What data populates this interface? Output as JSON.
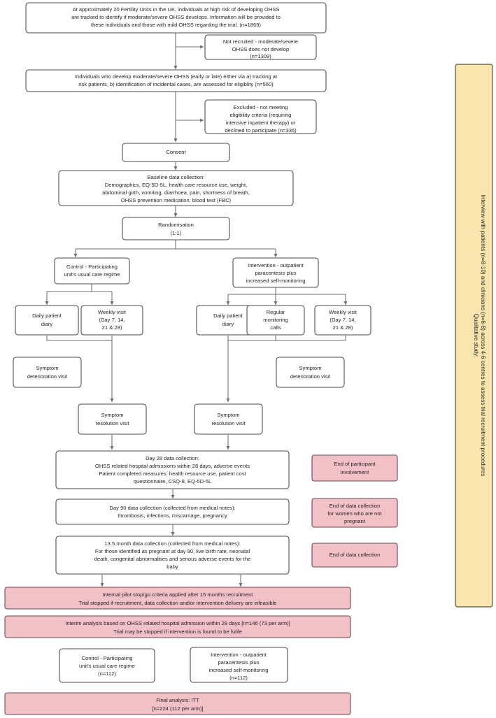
{
  "diagram": {
    "title": "OHSS trial participant flow diagram",
    "colors": {
      "box_fill": "#ffffff",
      "box_stroke": "#4d4d4d",
      "pink_fill": "#f2c0c7",
      "pink_stroke": "#6b4a4f",
      "yellow_fill": "#fae5ae",
      "yellow_stroke": "#595232",
      "connector": "#6e6e6e",
      "text": "#231f20"
    },
    "nodes": {
      "screening": {
        "lines": [
          "At approximately 20 Fertility Units in the UK, individuals at high risk of developing OHSS",
          "are tracked to identify if moderate/severe OHSS develops. Information will be provided to",
          "these individuals and those with mild OHSS regarding the trial. (n=1869)"
        ]
      },
      "not_recruited": {
        "lines": [
          "Not recruited - moderate/severe",
          "OHSS does not develop",
          "(n=1309)"
        ]
      },
      "eligibility": {
        "lines": [
          "Individuals who develop moderate/severe OHSS (early or late) either via a) tracking at",
          "risk patients, b) identification of incidental cases, are assessed for eligiblity (n=560)"
        ]
      },
      "excluded": {
        "lines": [
          "Excluded - not meeting",
          "eligibility criteria (requiring",
          "intensive inpatient therapy) or",
          "declined to participate (n=336)"
        ]
      },
      "consent": {
        "lines": [
          "Consent"
        ]
      },
      "baseline": {
        "lines": [
          "Baseline data collection:",
          "Demographics, EQ-5D-5L, health care resource use, weight,",
          "abdominal girth, vomiting, diarrhoea, pain, shortness of breath,",
          "OHSS prevention medication, blood test (FBC)"
        ]
      },
      "randomisation": {
        "lines": [
          "Randomisation",
          "(1:1)"
        ]
      },
      "control_arm": {
        "lines": [
          "Control - Participating",
          "unit's usual care regime"
        ]
      },
      "intervention_arm": {
        "lines": [
          "Intervention - outpatient",
          "paracentesis plus",
          "increased self-monitoring"
        ]
      },
      "control_diary": {
        "lines": [
          "Daily patient",
          "diary"
        ]
      },
      "control_weekly": {
        "lines": [
          "Weekly visit",
          "(Day 7, 14,",
          "21 & 28)"
        ]
      },
      "intervention_diary": {
        "lines": [
          "Daily patient",
          "diary"
        ]
      },
      "intervention_calls": {
        "lines": [
          "Regular",
          "monitoring",
          "calls"
        ]
      },
      "intervention_weekly": {
        "lines": [
          "Weekly visit",
          "(Day 7, 14,",
          "21 & 28)"
        ]
      },
      "control_deterioration": {
        "lines": [
          "Symptom",
          "deterioration visit"
        ]
      },
      "intervention_deterioration": {
        "lines": [
          "Symptom",
          "deterioration visit"
        ]
      },
      "control_resolution": {
        "lines": [
          "Symptom",
          "resolution visit"
        ]
      },
      "intervention_resolution": {
        "lines": [
          "Symptom",
          "resolution visit"
        ]
      },
      "day28": {
        "lines": [
          "Day 28 data collection:",
          "OHSS related hospital admissions within 28 days, adverse events",
          "Patient completed measures: health resource use, patient cost",
          "questionnaire, CSQ-8, EQ-5D-5L"
        ]
      },
      "end_participant": {
        "lines": [
          "End of participant",
          "involvement"
        ]
      },
      "day90": {
        "lines": [
          "Day 90 data collection (collected from medical notes):",
          "thrombosis, infections, miscarriage, pregnancy"
        ]
      },
      "end_data_not_pregnant": {
        "lines": [
          "End of data collection",
          "for women who are not",
          "pregnant"
        ]
      },
      "month135": {
        "lines": [
          "13.5 month data collection (collected from medical notes):",
          "For those identified as pregnant at day 90, live birth rate, neonatal",
          "death, congenital abnormalities and serious adverse events for the",
          "baby"
        ]
      },
      "end_data_collection": {
        "lines": [
          "End of data collection"
        ]
      },
      "internal_pilot": {
        "lines": [
          "Internal pilot stop/go criteria applied after 15 months recruitment",
          "Trial stopped if recruitment, data collection and/or intervention delivery are infeasible"
        ]
      },
      "interim_analysis": {
        "lines": [
          "Interim analysis based on OHSS related hospital admission within 28 days [n=146 (73 per arm)]",
          "Trial may be stopped if intervention is found to be futile"
        ]
      },
      "final_control": {
        "lines": [
          "Control - Participating",
          "unit's usual care regime",
          "(n=112)"
        ]
      },
      "final_intervention": {
        "lines": [
          "Intervention - outpatient",
          "paracentesis plus",
          "increased self-monitoring",
          "(n=112)"
        ]
      },
      "final_analysis": {
        "lines": [
          "Final analysis: ITT",
          "[n=224 (112 per arm)]"
        ]
      },
      "qualitative_study": {
        "bold_label": "Qualitative study:",
        "body": "Interview with patients (n=8-10) and clinicians (n=6-8) across 4-6 centres to assess trial recruitment procedures"
      }
    }
  }
}
